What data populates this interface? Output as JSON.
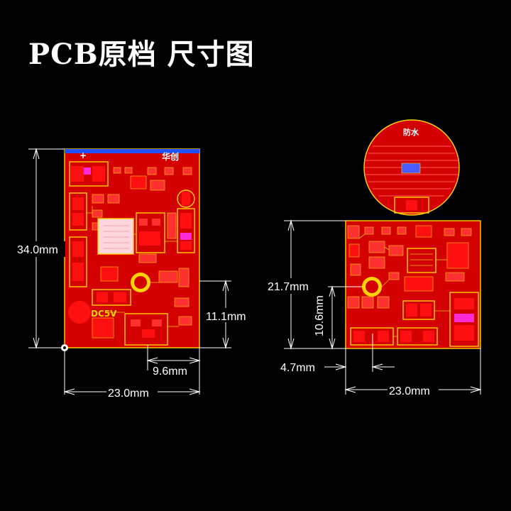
{
  "title": "PCB原档 尺寸图",
  "left_board": {
    "height_label": "34.0mm",
    "width_label": "23.0mm",
    "offset_label": "9.6mm",
    "side_label": "11.1mm",
    "silkscreen": [
      "华创",
      "DC5V"
    ]
  },
  "right_board": {
    "height_label": "21.7mm",
    "inner_label": "10.6mm",
    "offset_label": "4.7mm",
    "width_label": "23.0mm",
    "pad_label": "防水"
  },
  "colors": {
    "background": "#000000",
    "copper": "#ff0000",
    "outline": "#ffd400",
    "dimension": "#ffffff",
    "accent": "#ff2bd6"
  }
}
